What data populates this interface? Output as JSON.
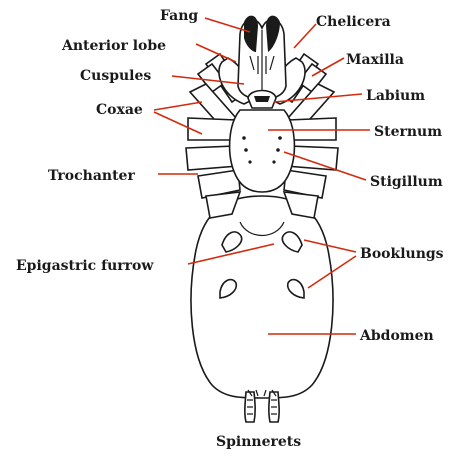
{
  "diagram": {
    "labels": {
      "fang": "Fang",
      "chelicera": "Chelicera",
      "anterior_lobe": "Anterior lobe",
      "maxilla": "Maxilla",
      "cuspules": "Cuspules",
      "labium": "Labium",
      "coxae": "Coxae",
      "sternum": "Sternum",
      "trochanter": "Trochanter",
      "stigillum": "Stigillum",
      "booklungs": "Booklungs",
      "epigastric_furrow": "Epigastric furrow",
      "abdomen": "Abdomen",
      "spinnerets": "Spinnerets"
    },
    "colors": {
      "leader_lines": "#d32a0c",
      "outline": "#1a1a1a",
      "background": "#ffffff"
    }
  }
}
